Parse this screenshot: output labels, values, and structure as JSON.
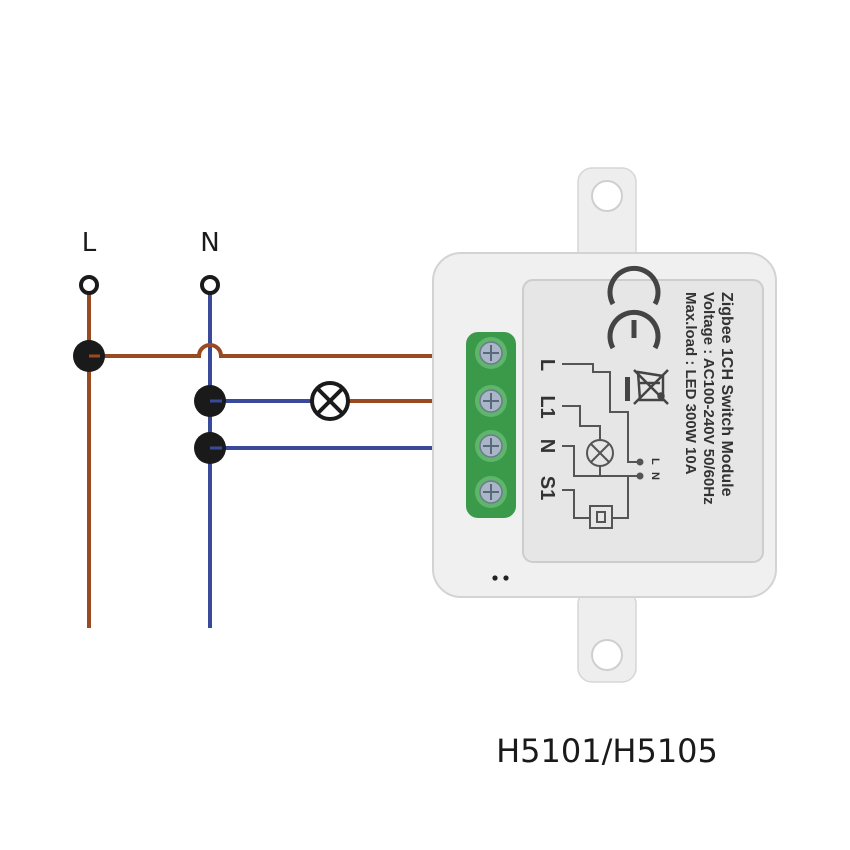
{
  "wires": {
    "live_label": "L",
    "neutral_label": "N",
    "live_color": "#9a4a22",
    "neutral_color": "#3a4a9a"
  },
  "module": {
    "line1": "Zigbee 1CH Switch Module",
    "line2": "Voltage : AC100-240V 50/60Hz",
    "line3": "Max.load : LED 300W   10A",
    "terminals": [
      "L",
      "L1",
      "N",
      "S1"
    ],
    "ce_mark": "CE",
    "diagram_n": "N",
    "diagram_l": "L",
    "terminal_color": "#3a9a4a"
  },
  "model_number": "H5101/H5105",
  "icons": [
    "lamp-icon",
    "ce-mark-icon",
    "weee-bin-icon",
    "screw-icon"
  ]
}
